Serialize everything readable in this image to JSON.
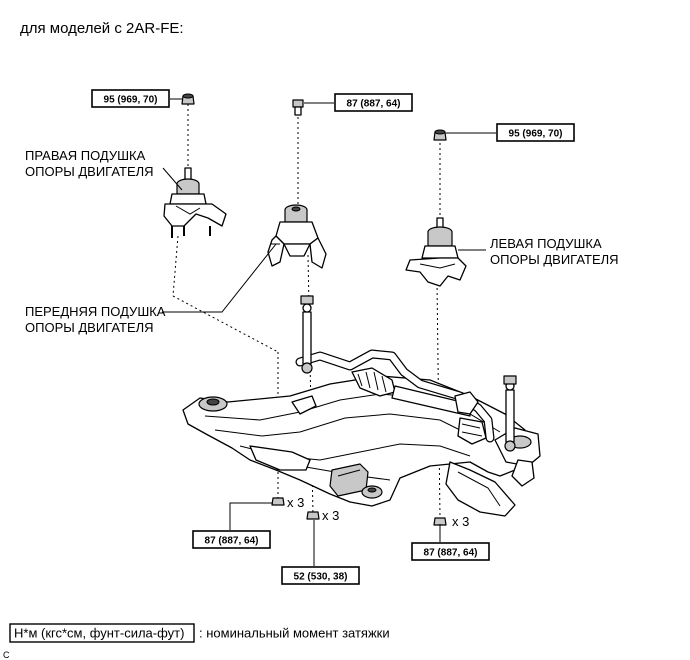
{
  "title": "для моделей с 2AR-FE:",
  "labels": {
    "right_mount": [
      "ПРАВАЯ ПОДУШКА",
      "ОПОРЫ ДВИГАТЕЛЯ"
    ],
    "left_mount": [
      "ЛЕВАЯ ПОДУШКА",
      "ОПОРЫ ДВИГАТЕЛЯ"
    ],
    "front_mount": [
      "ПЕРЕДНЯЯ ПОДУШКА",
      "ОПОРЫ ДВИГАТЕЛЯ"
    ]
  },
  "torques": {
    "right_nut_top": "95 (969, 70)",
    "front_bolt_top": "87 (887, 64)",
    "left_nut_top": "95 (969, 70)",
    "bottom_left": "87 (887, 64)",
    "bottom_center": "52 (530, 38)",
    "bottom_right": "87 (887, 64)"
  },
  "multipliers": {
    "bottom_left": "x 3",
    "bottom_center": "x 3",
    "bottom_right": "x 3"
  },
  "legend": {
    "unit": "Н*м (кгс*см, фунт-сила-фут)",
    "description": ": номинальный момент затяжки"
  },
  "corner_code": "C"
}
